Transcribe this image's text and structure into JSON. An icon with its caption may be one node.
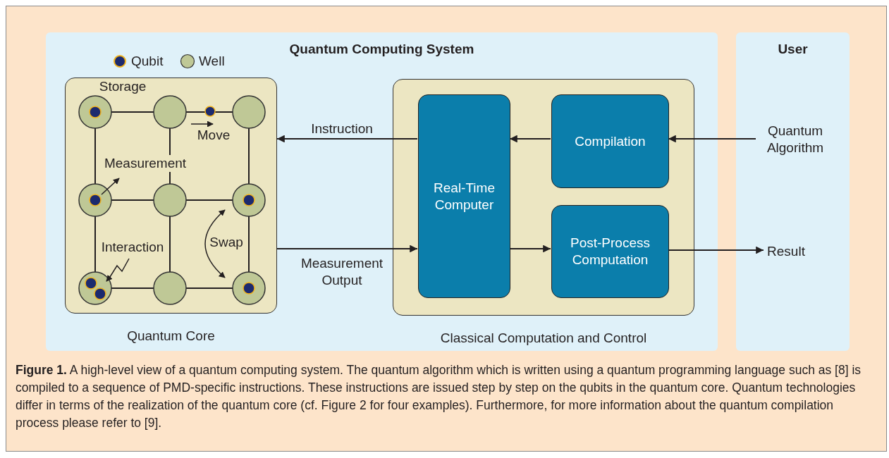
{
  "diagram": {
    "caption": "**Figure 1.** A high-level view of a quantum computing system. The quantum algorithm which is written using a quantum programming language such as [8] is compiled to a sequence of PMD-specific instructions. These instructions are issued step by step on the qubits in the quantum core. Quantum technologies differ in terms of the realization of the quantum core (cf. Figure 2 for four examples). Furthermore, for more information about the quantum compilation process please refer to [9].",
    "nodes": [
      {
        "text": [
          "Quantum Computing System"
        ]
      },
      {
        "text": [
          "Quantum Core"
        ],
        "in": 0
      },
      {
        "text": [
          "Classical Computation and Control"
        ],
        "in": 0
      },
      {
        "text": [
          "Real-Time Computer"
        ],
        "in": 2
      },
      {
        "text": [
          "Compilation"
        ],
        "in": 2
      },
      {
        "text": [
          "Post-Process Computation"
        ],
        "in": 2
      },
      {
        "text": [
          "User"
        ]
      },
      {
        "text": [
          "Quantum Algorithm"
        ],
        "in": 6
      },
      {
        "text": [
          "Result"
        ],
        "in": 6
      }
    ],
    "edges": [
      {
        "from": 3,
        "to": 1,
        "arrow": "to",
        "label": "Instruction"
      },
      {
        "from": 1,
        "to": 3,
        "arrow": "to",
        "label": "Measurement Output"
      },
      {
        "from": 4,
        "to": 3,
        "arrow": "to"
      },
      {
        "from": 7,
        "to": 4,
        "arrow": "to"
      },
      {
        "from": 3,
        "to": 5,
        "arrow": "to"
      },
      {
        "from": 5,
        "to": 8,
        "arrow": "to"
      }
    ],
    "labels": [
      "Storage",
      "Move",
      "Measurement",
      "Interaction",
      "Swap"
    ],
    "legend": [
      {
        "text": "Qubit"
      },
      {
        "text": "Well"
      }
    ]
  }
}
